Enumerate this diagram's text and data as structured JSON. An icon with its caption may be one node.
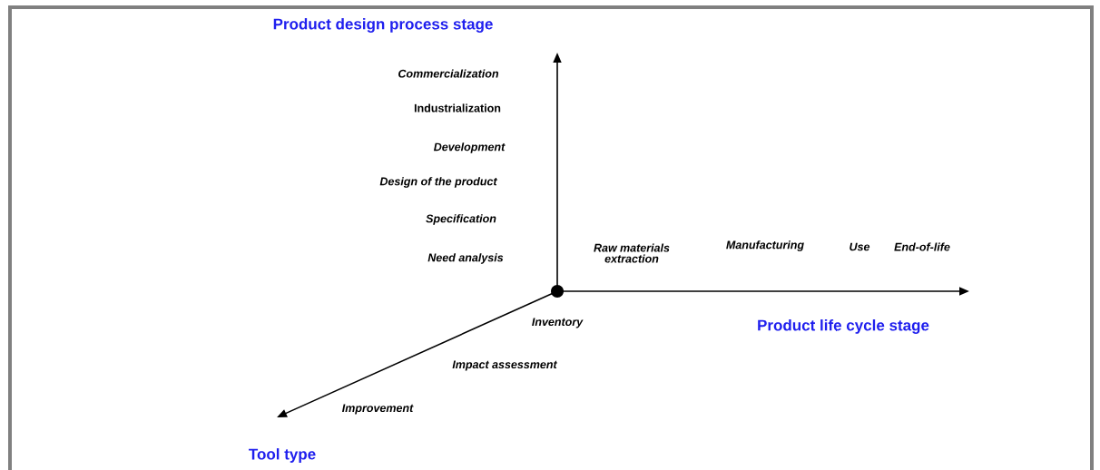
{
  "diagram": {
    "labels": [
      "Product design process stage",
      "Commercialization",
      "Industrialization",
      "Development",
      "Design of the product",
      "Specification",
      "Raw materials extraction",
      "Manufacturing",
      "Use",
      "End-of-life",
      "Need analysis",
      "Product life cycle stage",
      "Inventory",
      "Impact assessment",
      "Improvement",
      "Tool type"
    ]
  }
}
